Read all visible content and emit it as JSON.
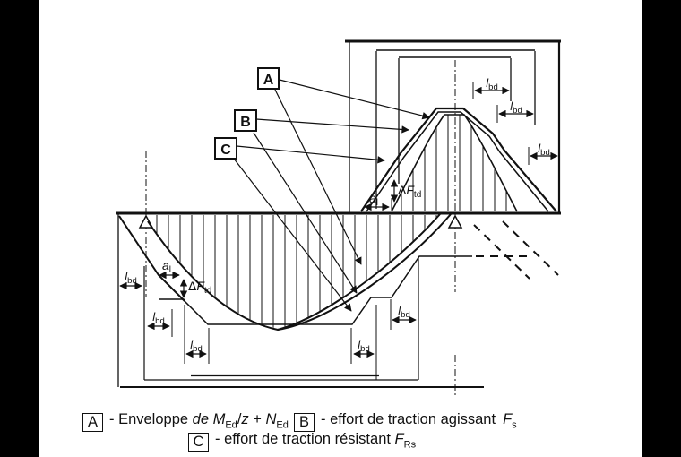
{
  "diagram": {
    "markers": {
      "a": "A",
      "b": "B",
      "c": "C"
    },
    "lbd": {
      "base": "l",
      "sub": "bd"
    },
    "al": {
      "base": "a",
      "sub": "l"
    },
    "dftd": {
      "delta": "Δ",
      "base": "F",
      "sub": "td"
    }
  },
  "legend": {
    "a": {
      "box": "A",
      "text": "- Enveloppe ",
      "it1": "de M",
      "sub1": "Ed",
      "slash": "/",
      "itz": "z",
      "plus": " + ",
      "it2": "N",
      "sub2": "Ed"
    },
    "b": {
      "box": "B",
      "text": "- effort de traction agissant",
      "it1": "F",
      "sub1": "s"
    },
    "c": {
      "box": "C",
      "text": "- effort de traction résistant ",
      "it1": "F",
      "sub1": "Rs"
    }
  }
}
